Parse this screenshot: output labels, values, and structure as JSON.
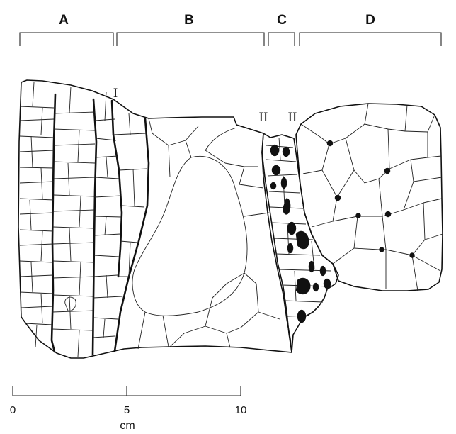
{
  "zones": [
    {
      "label": "A"
    },
    {
      "label": "B"
    },
    {
      "label": "C"
    },
    {
      "label": "D"
    }
  ],
  "boundary_markers": [
    "I",
    "II",
    "II"
  ],
  "scale_bar": {
    "ticks": [
      "0",
      "5",
      "10"
    ],
    "unit": "cm"
  }
}
